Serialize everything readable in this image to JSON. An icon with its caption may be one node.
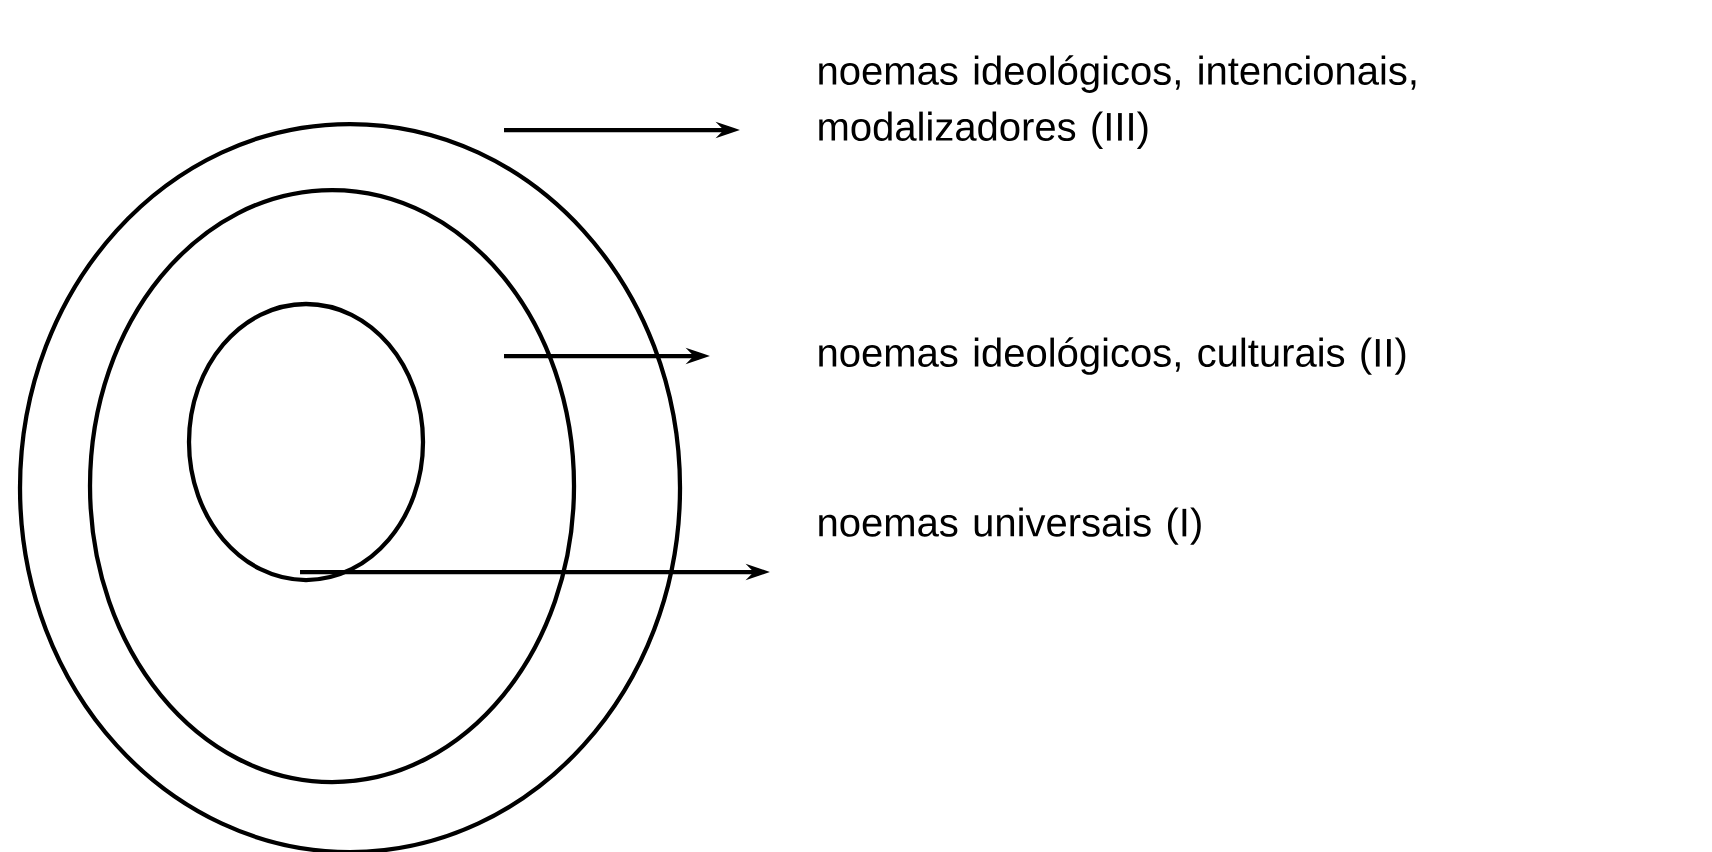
{
  "diagram": {
    "nodes": [
      {
        "text": [],
        "shape": "ellipse"
      },
      {
        "text": [],
        "shape": "ellipse",
        "in": 0
      },
      {
        "text": [],
        "shape": "ellipse",
        "in": 1
      },
      {
        "text": [
          "noemas ideológicos, intencionais, modalizadores (III)"
        ]
      },
      {
        "text": [
          "noemas ideológicos, culturais (II)"
        ]
      },
      {
        "text": [
          "noemas universais (I)"
        ]
      }
    ],
    "edges": [
      {
        "from": 0,
        "to": 3,
        "arrow": "to"
      },
      {
        "from": 1,
        "to": 4,
        "arrow": "to"
      },
      {
        "from": 2,
        "to": 5,
        "arrow": "to"
      }
    ]
  }
}
